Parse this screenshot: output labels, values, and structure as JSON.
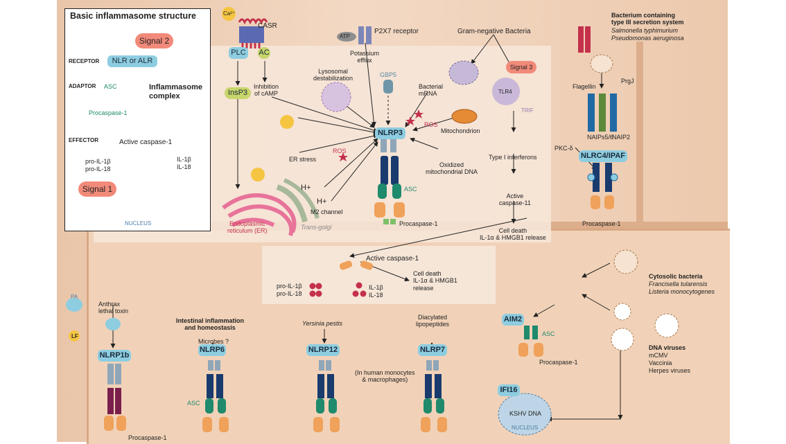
{
  "box": {
    "title": "Basic inflammasome structure",
    "signal2": "Signal 2",
    "receptor_label": "RECEPTOR",
    "receptor": "NLR or ALR",
    "adaptor_label": "ADAPTOR",
    "asc": "ASC",
    "complex": "Inflammasome\ncomplex",
    "procaspase": "Procaspase-1",
    "effector_label": "EFFECTOR",
    "active_caspase": "Active caspase-1",
    "pro_il1b": "pro-IL-1β",
    "pro_il18": "pro-IL-18",
    "il1b": "IL-1β",
    "il18": "IL-18",
    "signal1": "Signal 1",
    "nucleus": "NUCLEUS"
  },
  "top": {
    "ca": "Ca²⁺",
    "casr": "CASR",
    "plc": "PLC",
    "ac": "AC",
    "insp3": "InsP3",
    "inhibition": "Inhibition\nof cAMP",
    "atp": "ATP",
    "p2x7": "P2X7 receptor",
    "potassium": "Potassium\nefflux",
    "gram_neg": "Gram-negative Bacteria",
    "lysosomal": "Lysosomal\ndestabilization",
    "gbp5": "GBP5",
    "bacterial_mrna": "Bacterial\nmRNA",
    "signal3": "Signal 3",
    "tlr4": "TLR4",
    "trif": "TRIF",
    "ros1": "ROS",
    "mitochondrion": "Mitochondrion",
    "nlrp3": "NLRP3",
    "oxidized": "Oxidized\nmitochondrial DNA",
    "type1": "Type I interferons",
    "er_stress": "ER stress",
    "ros2": "ROS",
    "h1": "H+",
    "h2": "H+",
    "m2": "M2 channel",
    "er": "Endoplasmic\nreticulum (ER)",
    "golgi": "Trans-golgi",
    "asc": "ASC",
    "procaspase": "Procaspase-1",
    "active11": "Active\ncaspase-11",
    "cell_death11": "Cell death\nIL-1α & HMGB1 release",
    "bact3": "Bacterium containing\ntype III secretion system",
    "salmonella": "Salmonella typhimurium",
    "pseudomonas": "Pseudomonas aeruginosa",
    "flagellin": "Flagellin",
    "prgj": "PrgJ",
    "naips": "NAIPs5/6",
    "naip2": "NAIP2",
    "pkc": "PKC-δ",
    "nlrc4": "NLRC4/IPAF",
    "procaspase_r": "Procaspase-1"
  },
  "middle": {
    "active_caspase": "Active caspase-1",
    "cell_death": "Cell death\nIL-1α & HMGB1\nrelease",
    "pro_il1b": "pro-IL-1β",
    "pro_il18": "pro-IL-18",
    "il1b": "IL-1β",
    "il18": "IL-18"
  },
  "bottom": {
    "pa": "PA",
    "anthrax": "Anthrax\nlethal toxin",
    "lf": "LF",
    "nlrp1b": "NLRP1b",
    "procaspase_l": "Procaspase-1",
    "intestinal": "Intestinal inflammation\nand homeostasis",
    "microbes": "Microbes ?",
    "nlrp6": "NLRP6",
    "asc": "ASC",
    "yersinia": "Yersinia pestis",
    "nlrp12": "NLRP12",
    "diacylated": "Diacylated\nlipopeptides",
    "nlrp7": "NLRP7",
    "human_mono": "(In human monocytes\n& macrophages)",
    "aim2": "AIM2",
    "asc_r": "ASC",
    "procaspase_r": "Procaspase-1",
    "ifi16": "IFI16",
    "kshv": "KSHV DNA",
    "nucleus": "NUCLEUS",
    "cytosolic": "Cytosolic bacteria",
    "francisella": "Francisella tularensis",
    "listeria": "Listeria monocytogenes",
    "dna_viruses": "DNA viruses",
    "mcmv": "mCMV",
    "vaccinia": "Vaccinia",
    "herpes": "Herpes viruses"
  }
}
